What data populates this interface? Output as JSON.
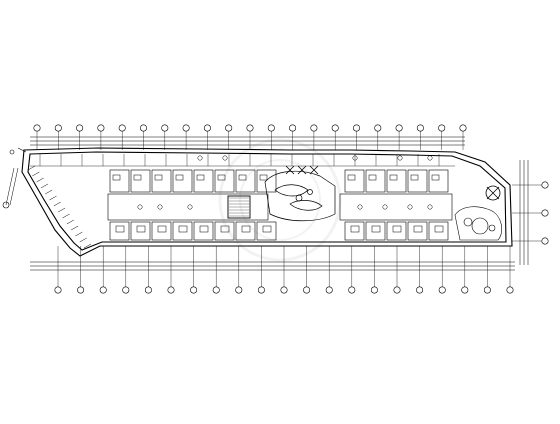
{
  "drawing": {
    "watermark_text": "",
    "axis_grid": {
      "bubble_count_top": 21,
      "bubble_count_bottom": 21,
      "bubble_count_right": 3
    },
    "stroke_color": "#000000",
    "background_color": "#ffffff"
  }
}
